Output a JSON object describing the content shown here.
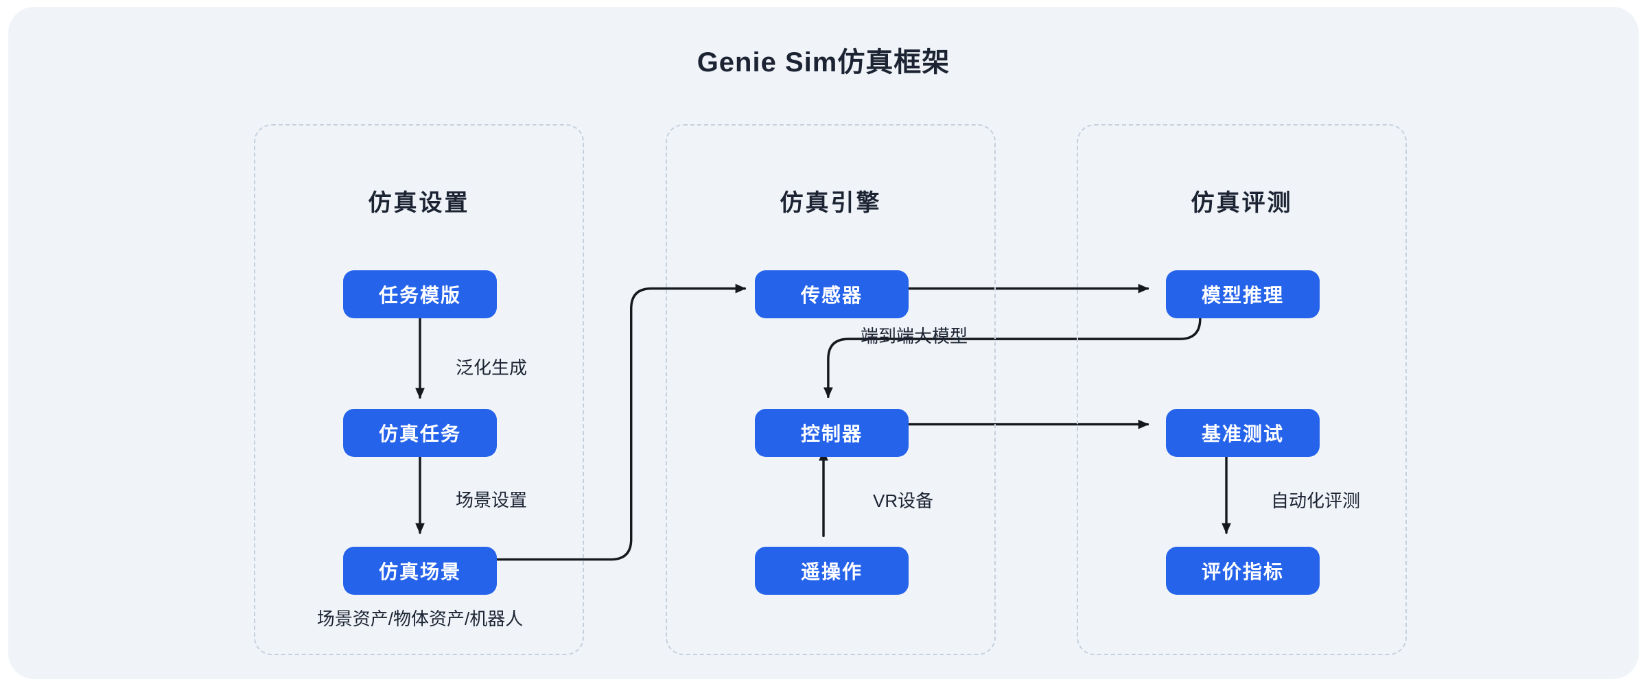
{
  "title": "Genie Sim仿真框架",
  "colors": {
    "card_bg": "#f0f4f9",
    "panel_border": "#c6d0dd",
    "node_blue": "#2563eb",
    "node_text": "#ffffff",
    "text_dark": "#1c2433",
    "arrow": "#16181d"
  },
  "panels": [
    {
      "title": "仿真设置",
      "nodes": [
        {
          "label": "任务模版"
        },
        {
          "label": "仿真任务"
        },
        {
          "label": "仿真场景"
        }
      ],
      "footnote": "场景资产/物体资产/机器人"
    },
    {
      "title": "仿真引擎",
      "nodes": [
        {
          "label": "传感器"
        },
        {
          "label": "控制器"
        },
        {
          "label": "遥操作"
        }
      ]
    },
    {
      "title": "仿真评测",
      "nodes": [
        {
          "label": "模型推理"
        },
        {
          "label": "基准测试"
        },
        {
          "label": "评价指标"
        }
      ]
    }
  ],
  "edge_labels": {
    "generalization": "泛化生成",
    "scene_setup": "场景设置",
    "end_to_end": "端到端大模型",
    "vr_device": "VR设备",
    "auto_eval": "自动化评测"
  }
}
